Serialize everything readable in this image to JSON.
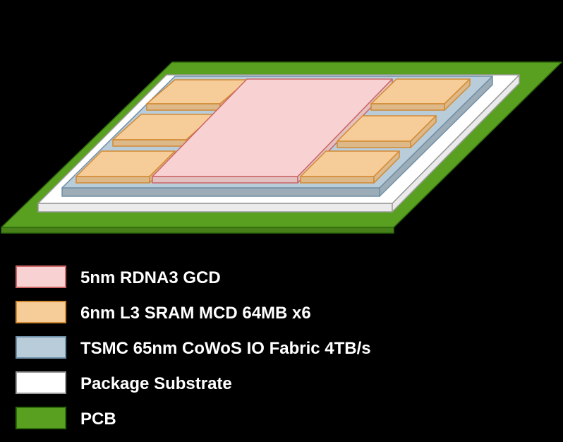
{
  "colors": {
    "background": "#000000",
    "gcd_fill": "#f8d2d2",
    "gcd_stroke": "#cc6666",
    "mcd_fill": "#f6cc98",
    "mcd_stroke": "#d28a32",
    "io_fill": "#b9ccd9",
    "io_stroke": "#6f8fa6",
    "substrate_fill": "#ffffff",
    "substrate_stroke": "#9a9a9a",
    "pcb_fill": "#5aa020",
    "pcb_stroke": "#2e6a0c"
  },
  "legend": {
    "items": [
      {
        "key": "gcd",
        "label": "5nm RDNA3 GCD",
        "fill": "#f8d2d2",
        "stroke": "#cc6666"
      },
      {
        "key": "mcd",
        "label": "6nm L3 SRAM MCD 64MB x6",
        "fill": "#f6cc98",
        "stroke": "#d28a32"
      },
      {
        "key": "io",
        "label": "TSMC 65nm CoWoS IO Fabric 4TB/s",
        "fill": "#b9ccd9",
        "stroke": "#6f8fa6"
      },
      {
        "key": "substrate",
        "label": "Package Substrate",
        "fill": "#ffffff",
        "stroke": "#9a9a9a"
      },
      {
        "key": "pcb",
        "label": "PCB",
        "fill": "#5aa020",
        "stroke": "#2e6a0c"
      }
    ]
  }
}
